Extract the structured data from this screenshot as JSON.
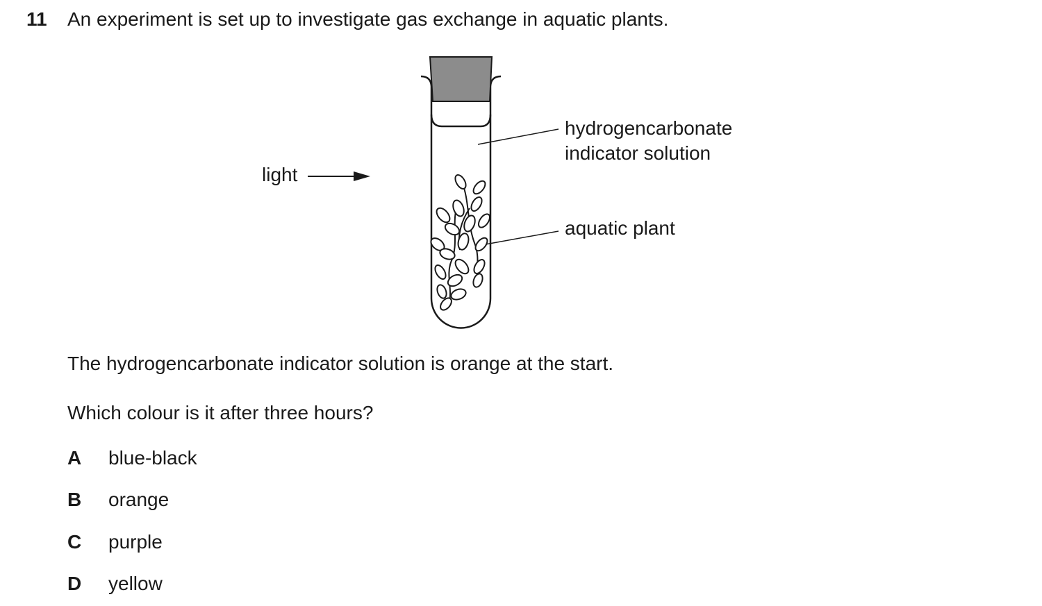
{
  "question": {
    "number": "11",
    "stem": "An experiment is set up to investigate gas exchange in aquatic plants."
  },
  "diagram": {
    "labels": {
      "light": "light",
      "indicator_line1": "hydrogencarbonate",
      "indicator_line2": "indicator solution",
      "plant": "aquatic plant"
    }
  },
  "info": "The hydrogencarbonate indicator solution is orange at the start.",
  "prompt": "Which colour is it after three hours?",
  "options": [
    {
      "letter": "A",
      "text": "blue-black"
    },
    {
      "letter": "B",
      "text": "orange"
    },
    {
      "letter": "C",
      "text": "purple"
    },
    {
      "letter": "D",
      "text": "yellow"
    }
  ]
}
